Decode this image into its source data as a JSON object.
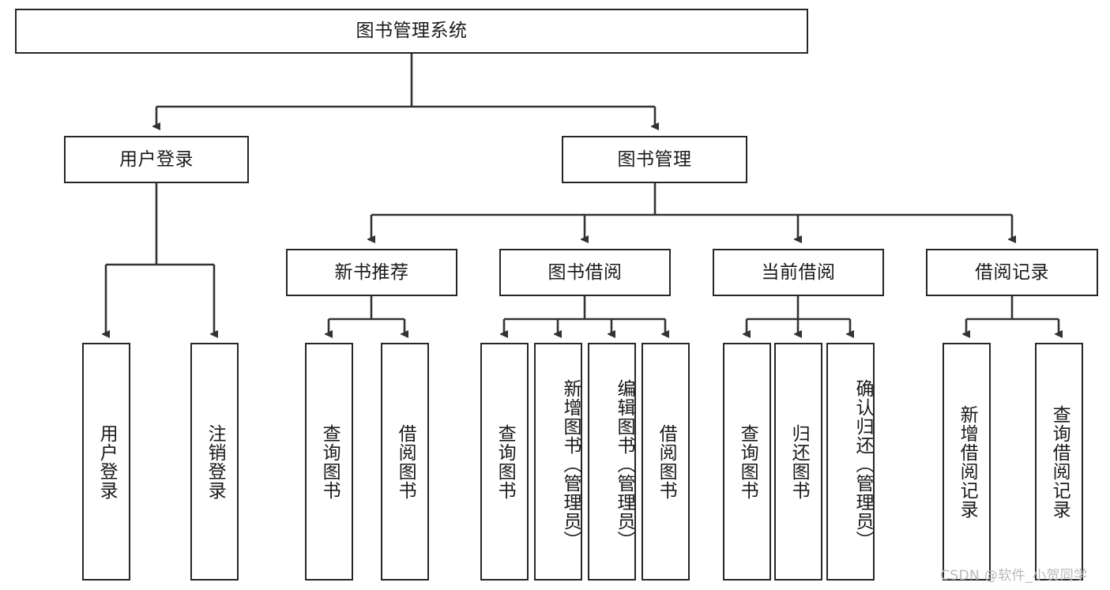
{
  "diagram": {
    "type": "tree-hierarchy-chart",
    "title": "图书管理系统",
    "watermark": "CSDN @软件_小贺同学",
    "colors": {
      "border": "#262626",
      "background": "#ffffff",
      "text": "#1a1a1a",
      "connector": "#333333",
      "watermark": "#b9b9b9"
    },
    "root": {
      "label": "图书管理系统"
    },
    "level2": [
      {
        "id": "user-login",
        "label": "用户登录"
      },
      {
        "id": "book-manage",
        "label": "图书管理"
      }
    ],
    "level3": [
      {
        "id": "new-book-recommend",
        "label": "新书推荐"
      },
      {
        "id": "book-borrow",
        "label": "图书借阅"
      },
      {
        "id": "current-borrow",
        "label": "当前借阅"
      },
      {
        "id": "borrow-record",
        "label": "借阅记录"
      }
    ],
    "leaves": {
      "user_login": [
        {
          "id": "leaf-user-login",
          "label": "用户登录"
        },
        {
          "id": "leaf-logout-login",
          "label": "注销登录"
        }
      ],
      "new_book_recommend": [
        {
          "id": "leaf-query-book-1",
          "label": "查询图书"
        },
        {
          "id": "leaf-borrow-book-1",
          "label": "借阅图书"
        }
      ],
      "book_borrow": [
        {
          "id": "leaf-query-book-2",
          "label": "查询图书"
        },
        {
          "id": "leaf-add-book",
          "label": "新增图书（管理员）"
        },
        {
          "id": "leaf-edit-book",
          "label": "编辑图书（管理员）"
        },
        {
          "id": "leaf-borrow-book-2",
          "label": "借阅图书"
        }
      ],
      "current_borrow": [
        {
          "id": "leaf-query-book-3",
          "label": "查询图书"
        },
        {
          "id": "leaf-return-book",
          "label": "归还图书"
        },
        {
          "id": "leaf-confirm-return",
          "label": "确认归还（管理员）"
        }
      ],
      "borrow_record": [
        {
          "id": "leaf-add-record",
          "label": "新增借阅记录"
        },
        {
          "id": "leaf-query-record",
          "label": "查询借阅记录"
        }
      ]
    }
  }
}
